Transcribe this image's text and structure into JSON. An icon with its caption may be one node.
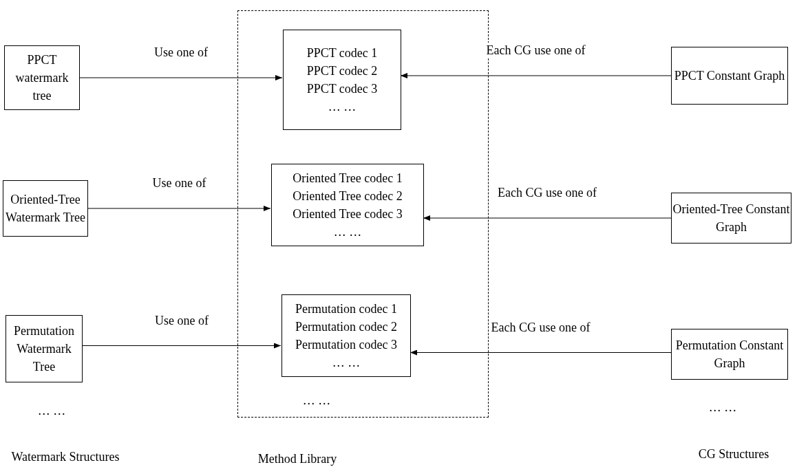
{
  "diagram": {
    "nodes": [
      {
        "text": [],
        "shape": "box"
      },
      {
        "text": [
          "PPCT watermark tree"
        ]
      },
      {
        "text": [
          "PPCT codec 1",
          "PPCT codec 2",
          "PPCT codec 3",
          "… …"
        ],
        "in": 0
      },
      {
        "text": [
          "PPCT Constant Graph"
        ]
      },
      {
        "text": [
          "Oriented-Tree Watermark Tree"
        ]
      },
      {
        "text": [
          "Oriented Tree codec 1",
          "Oriented Tree codec 2",
          "Oriented Tree codec 3",
          "… …"
        ],
        "in": 0
      },
      {
        "text": [
          "Oriented-Tree Constant Graph"
        ]
      },
      {
        "text": [
          "Permutation Watermark Tree"
        ]
      },
      {
        "text": [
          "Permutation codec 1",
          "Permutation codec 2",
          "Permutation codec 3",
          "… …"
        ],
        "in": 0
      },
      {
        "text": [
          "Permutation Constant Graph"
        ]
      }
    ],
    "edges": [
      {
        "from": 1,
        "to": 2,
        "arrow": "to",
        "label": "Use one of"
      },
      {
        "from": 3,
        "to": 2,
        "arrow": "to",
        "label": "Each CG use one of"
      },
      {
        "from": 4,
        "to": 5,
        "arrow": "to",
        "label": "Use one of"
      },
      {
        "from": 6,
        "to": 5,
        "arrow": "to",
        "label": "Each CG use one of"
      },
      {
        "from": 7,
        "to": 8,
        "arrow": "to",
        "label": "Use one of"
      },
      {
        "from": 9,
        "to": 8,
        "arrow": "to",
        "label": "Each CG use one of"
      }
    ],
    "labels": [
      "… …",
      "… …",
      "… …",
      "Watermark Structures",
      "Method Library",
      "CG Structures"
    ]
  }
}
